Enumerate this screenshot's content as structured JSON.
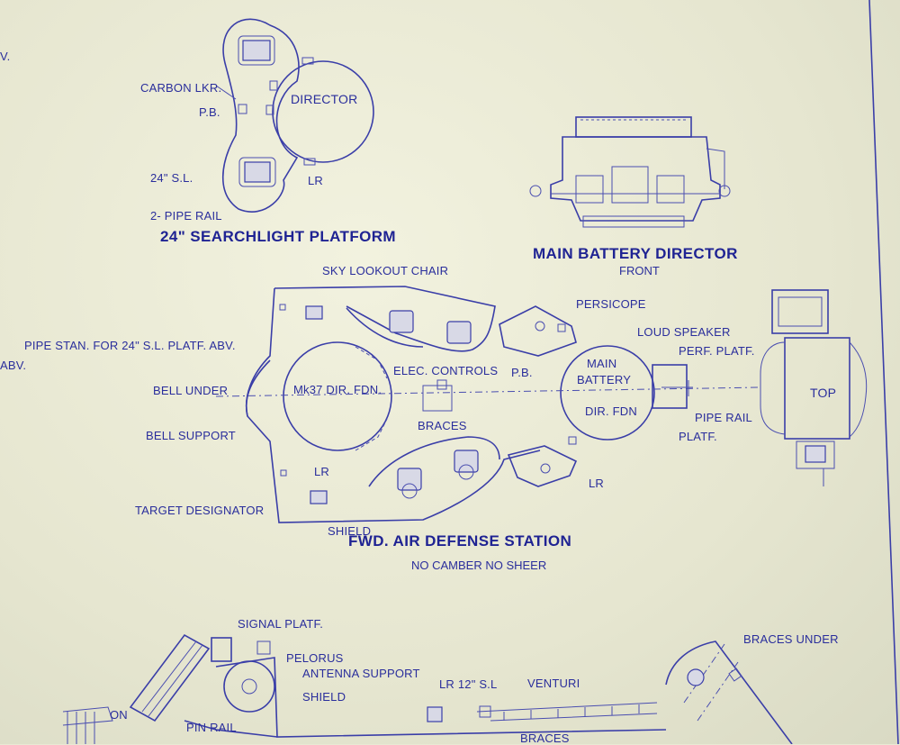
{
  "labels": {
    "edge_v": "V.",
    "carbon_lkr": "CARBON LKR.",
    "pb_1": "P.B.",
    "director": "DIRECTOR",
    "sl_24": "24\" S.L.",
    "lr_1": "LR",
    "pipe_rail_2": "2- PIPE  RAIL",
    "sky_lookout": "SKY LOOKOUT CHAIR",
    "persicope": "PERSICOPE",
    "loud_speaker": "LOUD SPEAKER",
    "perf_platf": "PERF. PLATF.",
    "pipe_stan": "PIPE STAN.  FOR 24\" S.L. PLATF. ABV.",
    "edge_abv": "ABV.",
    "bell_under": "BELL UNDER",
    "mk37": "Mk37 DIR. FDN.",
    "elec_controls": "ELEC. CONTROLS",
    "pb_2": "P.B.",
    "main": "MAIN",
    "battery": "BATTERY",
    "dir_fdn": "DIR. FDN",
    "top": "TOP",
    "braces": "BRACES",
    "pipe_rail": "PIPE RAIL",
    "platf": "PLATF.",
    "bell_support": "BELL SUPPORT",
    "lr_2": "LR",
    "lr_3": "LR",
    "target_designator": "TARGET DESIGNATOR",
    "shield_1": "SHIELD",
    "signal_platf": "SIGNAL PLATF.",
    "pelorus": "PELORUS",
    "antenna_support": "ANTENNA SUPPORT",
    "shield_2": "SHIELD",
    "lr_12sl": "LR 12\" S.L",
    "venturi": "VENTURI",
    "braces_under": "BRACES UNDER",
    "pin_rail": "PIN RAIL",
    "on": "ON",
    "braces_bottom": "BRACES"
  },
  "titles": {
    "searchlight_platform": "24\" SEARCHLIGHT PLATFORM",
    "main_battery_director": "MAIN BATTERY DIRECTOR",
    "main_battery_director_sub": "FRONT",
    "fwd_air_defense": "FWD. AIR DEFENSE STATION",
    "fwd_air_defense_sub": "NO CAMBER NO SHEER"
  },
  "colors": {
    "paper": "#e9e9d4",
    "ink": "#2a2e9c"
  }
}
